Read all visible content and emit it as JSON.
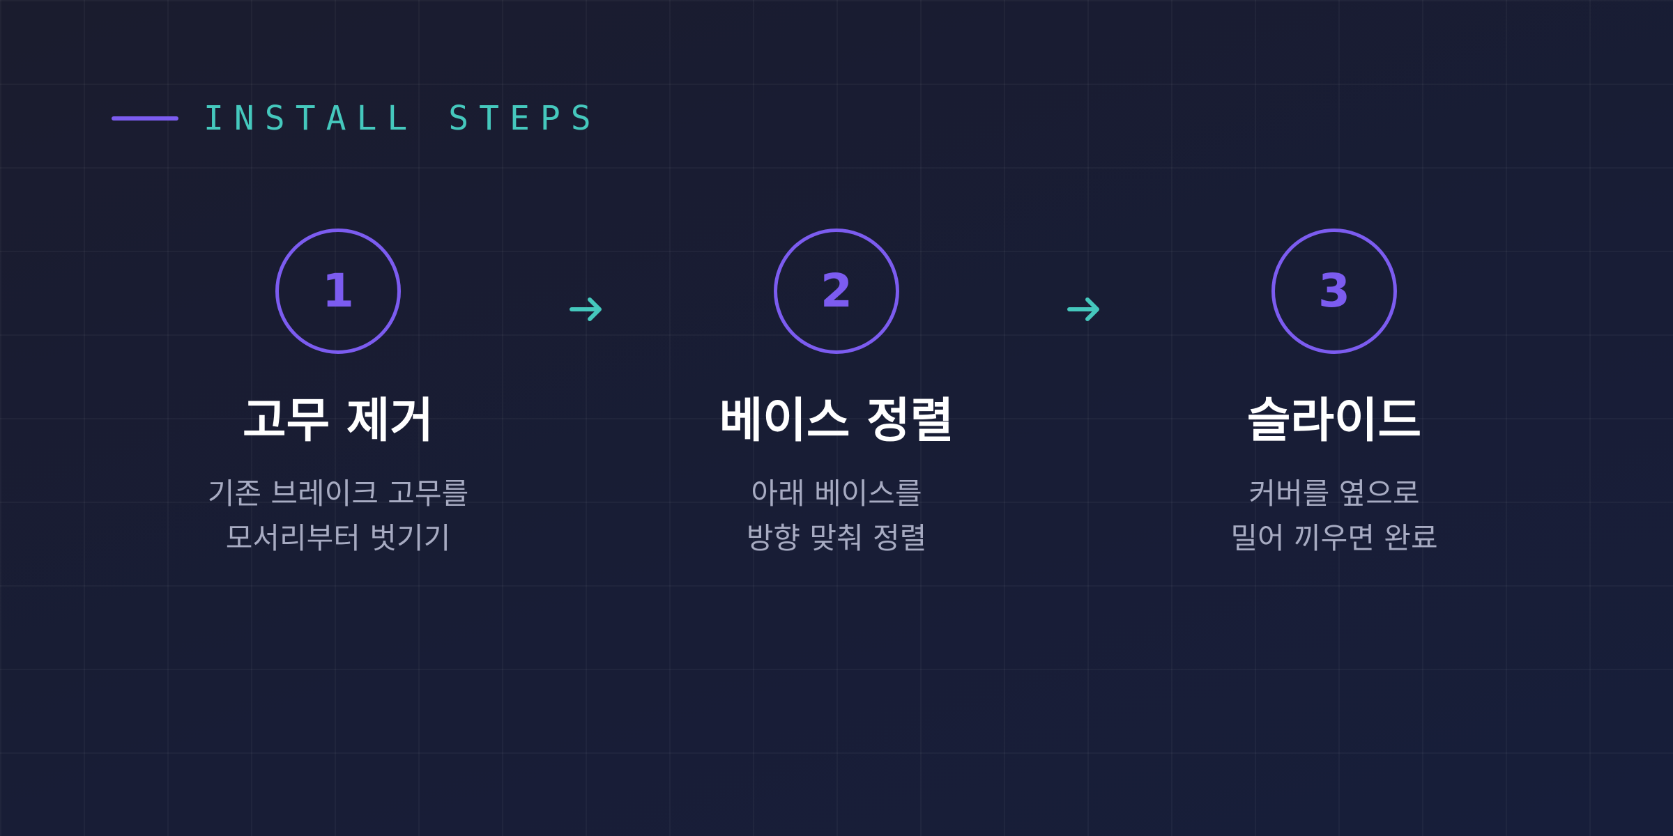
{
  "eyebrow": {
    "label": "INSTALL STEPS"
  },
  "colors": {
    "accent_purple": "#7c5cf0",
    "accent_teal": "#45c8bd",
    "title_text": "#ffffff",
    "description_text": "#a7abc2",
    "background": "#1a1c2e"
  },
  "steps": [
    {
      "number": "1",
      "title": "고무 제거",
      "description": [
        "기존 브레이크 고무를",
        "모서리부터 벗기기"
      ]
    },
    {
      "number": "2",
      "title": "베이스 정렬",
      "description": [
        "아래 베이스를",
        "방향 맞춰 정렬"
      ]
    },
    {
      "number": "3",
      "title": "슬라이드",
      "description": [
        "커버를 옆으로",
        "밀어 끼우면 완료"
      ]
    }
  ],
  "connectors": [
    {
      "icon": "arrow-right-icon"
    },
    {
      "icon": "arrow-right-icon"
    }
  ]
}
